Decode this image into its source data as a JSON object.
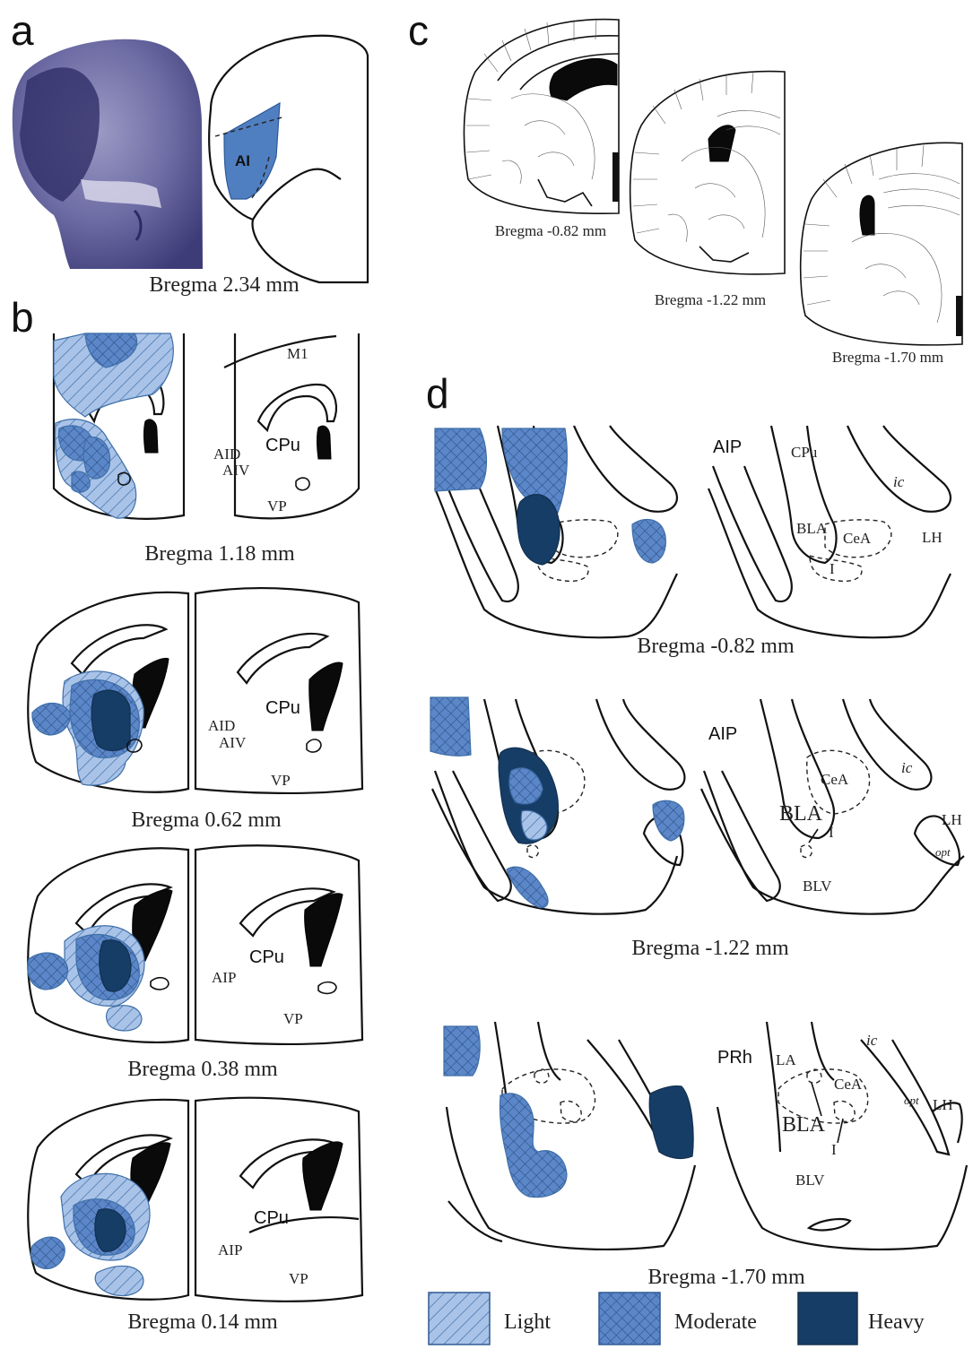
{
  "panels": {
    "a": {
      "letter": "a",
      "caption": "Bregma 2.34 mm",
      "label_ai": "AI"
    },
    "b": {
      "letter": "b",
      "sections": [
        {
          "caption": "Bregma 1.18 mm",
          "labels": [
            "M1",
            "AID",
            "AIV",
            "CPu",
            "VP"
          ]
        },
        {
          "caption": "Bregma 0.62 mm",
          "labels": [
            "AID",
            "AIV",
            "CPu",
            "VP"
          ]
        },
        {
          "caption": "Bregma 0.38 mm",
          "labels": [
            "AIP",
            "CPu",
            "VP"
          ]
        },
        {
          "caption": "Bregma 0.14 mm",
          "labels": [
            "AIP",
            "CPu",
            "VP"
          ]
        }
      ]
    },
    "c": {
      "letter": "c",
      "captions": [
        "Bregma -0.82 mm",
        "Bregma -1.22 mm",
        "Bregma -1.70 mm"
      ]
    },
    "d": {
      "letter": "d",
      "sections": [
        {
          "caption": "Bregma -0.82 mm",
          "labels": {
            "region": "AIP",
            "cpu": "CPu",
            "ic": "ic",
            "bla": "BLA",
            "cea": "CeA",
            "lh": "LH",
            "i": "I"
          }
        },
        {
          "caption": "Bregma -1.22 mm",
          "labels": {
            "region": "AIP",
            "ic": "ic",
            "cea": "CeA",
            "bla": "BLA",
            "lh": "LH",
            "i": "I",
            "opt": "opt",
            "blv": "BLV"
          }
        },
        {
          "caption": "Bregma -1.70 mm",
          "labels": {
            "region": "PRh",
            "la": "LA",
            "ic": "ic",
            "cea": "CeA",
            "opt": "opt",
            "lh": "LH",
            "bla": "BLA",
            "i": "I",
            "blv": "BLV"
          }
        }
      ]
    }
  },
  "legend": [
    {
      "label": "Light",
      "pattern": "light"
    },
    {
      "label": "Moderate",
      "pattern": "moderate"
    },
    {
      "label": "Heavy",
      "pattern": "heavy"
    }
  ],
  "colors": {
    "light_fill": "#a9c3e8",
    "moderate_fill": "#5b87c9",
    "heavy_fill": "#163d66",
    "nissl": "#5b5a92"
  }
}
